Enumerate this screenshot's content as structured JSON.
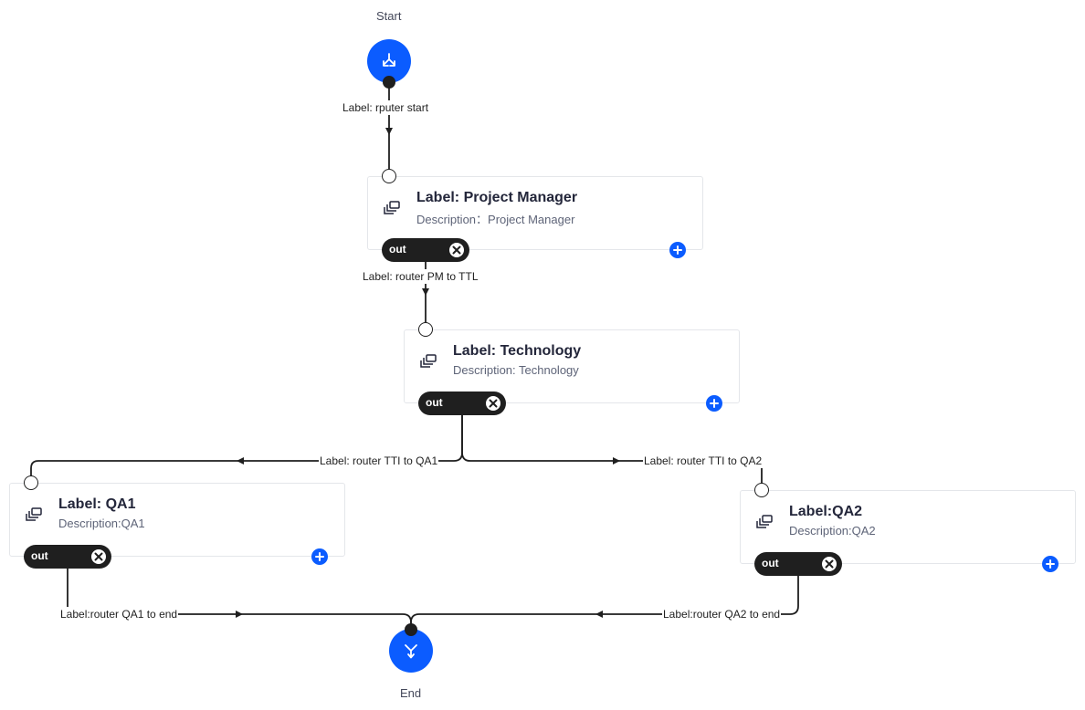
{
  "diagram": {
    "start": {
      "label": "Start",
      "icon": "split-arrows-icon"
    },
    "end": {
      "label": "End",
      "icon": "merge-arrows-icon"
    },
    "nodes": [
      {
        "id": "pm",
        "title": "Label: Project Manager",
        "description": "Description：Project Manager",
        "out_label": "out",
        "icon": "layers-icon"
      },
      {
        "id": "tech",
        "title": "Label: Technology",
        "description": "Description: Technology",
        "out_label": "out",
        "icon": "layers-icon"
      },
      {
        "id": "qa1",
        "title": "Label: QA1",
        "description": "Description:QA1",
        "out_label": "out",
        "icon": "layers-icon"
      },
      {
        "id": "qa2",
        "title": "Label:QA2",
        "description": "Description:QA2",
        "out_label": "out",
        "icon": "layers-icon"
      }
    ],
    "edges": [
      {
        "from": "start",
        "to": "pm",
        "label": "Label: rputer start"
      },
      {
        "from": "pm",
        "to": "tech",
        "label": "Label: router PM to TTL"
      },
      {
        "from": "tech",
        "to": "qa1",
        "label": "Label: router TTI to QA1"
      },
      {
        "from": "tech",
        "to": "qa2",
        "label": "Label: router TTI to QA2"
      },
      {
        "from": "qa1",
        "to": "end",
        "label": "Label:router QA1 to end"
      },
      {
        "from": "qa2",
        "to": "end",
        "label": "Label:router QA2 to end"
      }
    ],
    "colors": {
      "accent": "#0b5cff",
      "edge": "#1f1f1f",
      "pill": "#1f1f1f",
      "node_border": "#e4e6ea"
    }
  }
}
